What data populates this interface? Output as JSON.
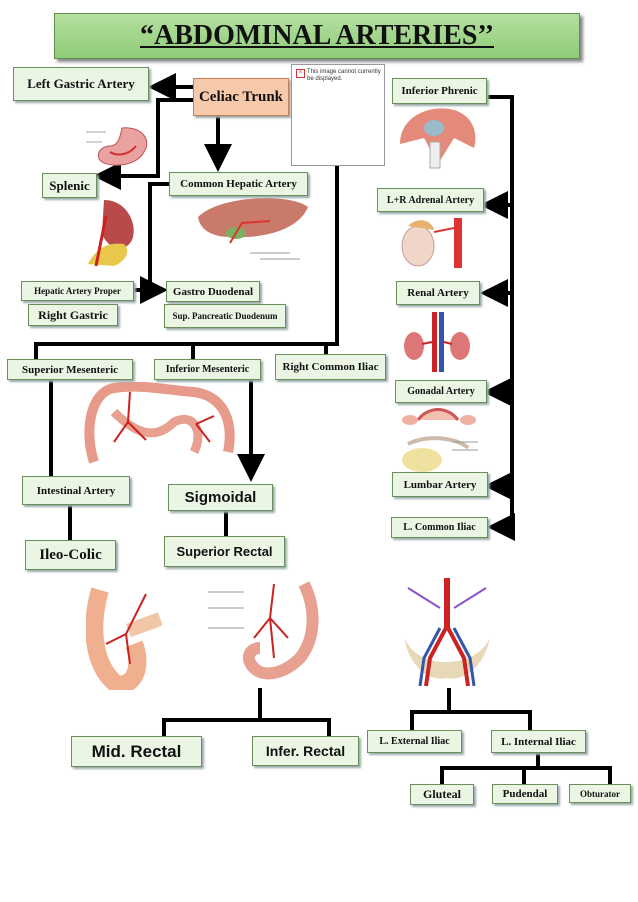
{
  "title": "“ABDOMINAL ARTERIES’’",
  "broken_image": {
    "message": "This image cannot currently be displayed."
  },
  "nodes": {
    "left_gastric": "Left Gastric Artery",
    "celiac_trunk": "Celiac Trunk",
    "inferior_phrenic": "Inferior  Phrenic",
    "splenic": "Splenic",
    "common_hepatic": "Common  Hepatic  Artery",
    "adrenal": "L+R  Adrenal Artery",
    "hepatic_proper": "Hepatic  Artery  Proper",
    "gastro_duodenal": "Gastro Duodenal",
    "renal": "Renal  Artery",
    "right_gastric": "Right  Gastric",
    "sup_pancreatic": "Sup.  Pancreatic  Duodenum",
    "superior_mesenteric": "Superior  Mesenteric",
    "inferior_mesenteric": "Inferior Mesenteric",
    "right_common_iliac": "Right Common Iliac",
    "gonadal": "Gonadal Artery",
    "intestinal": "Intestinal  Artery",
    "sigmoidal": "Sigmoidal",
    "lumbar": "Lumbar  Artery",
    "l_common_iliac": "L.  Common  Iliac",
    "ileo_colic": "Ileo-Colic",
    "superior_rectal": "Superior Rectal",
    "mid_rectal": "Mid. Rectal",
    "infer_rectal": "Infer. Rectal",
    "l_external_iliac": "L.  External  Iliac",
    "l_internal_iliac": "L.  Internal  Iliac",
    "gluteal": "Gluteal",
    "pudendal": "Pudendal",
    "obturator": "Obturator"
  }
}
